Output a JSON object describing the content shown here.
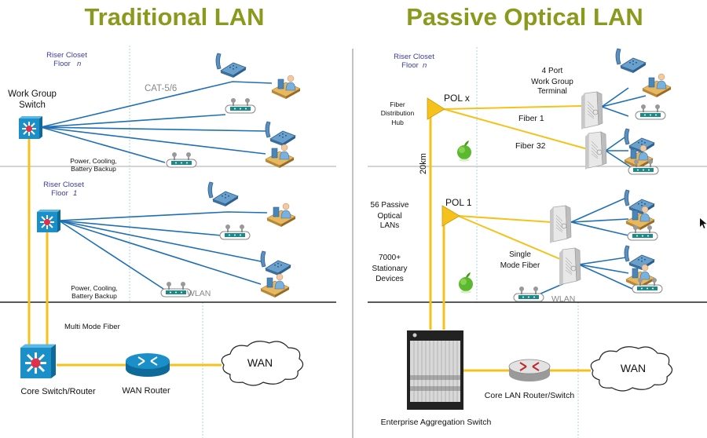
{
  "colors": {
    "title": "#8a9a1c",
    "fiber": "#f5c21b",
    "copper": "#1f6fb4",
    "riser_label": "#3b3b9c",
    "divider": "#999999",
    "floor_line": "#222222",
    "dash_line": "#a8d4e6",
    "device_blue": "#1a8fc8",
    "switch_dot": "#e0304a",
    "green_icon": "#5cb82e"
  },
  "traditional": {
    "title": "Traditional LAN",
    "riser_n": {
      "line1": "Riser Closet",
      "line2": "Floor",
      "floor": "n"
    },
    "riser_1": {
      "line1": "Riser Closet",
      "line2": "Floor",
      "floor": "1"
    },
    "wg_switch": {
      "line1": "Work Group",
      "line2": "Switch"
    },
    "cable_label": "CAT-5/6",
    "power_n": {
      "line1": "Power, Cooling,",
      "line2": "Battery Backup"
    },
    "power_1": {
      "line1": "Power, Cooling,",
      "line2": "Battery Backup"
    },
    "wlan": "WLAN",
    "mmf": "Multi Mode Fiber",
    "core": "Core Switch/Router",
    "wan_router": "WAN Router",
    "wan": "WAN"
  },
  "pol": {
    "title": "Passive Optical LAN",
    "riser_n": {
      "line1": "Riser Closet",
      "line2": "Floor",
      "floor": "n"
    },
    "fdh": {
      "line1": "Fiber",
      "line2": "Distribution",
      "line3": "Hub"
    },
    "pol_x": "POL x",
    "pol_1": "POL 1",
    "wgt": {
      "line1": "4 Port",
      "line2": "Work Group",
      "line3": "Terminal"
    },
    "fiber1": "Fiber 1",
    "fiber32": "Fiber  32",
    "distance": "20km",
    "pols": {
      "line1": "56 Passive",
      "line2": "Optical",
      "line3": "LANs"
    },
    "devices": {
      "line1": "7000+",
      "line2": "Stationary",
      "line3": "Devices"
    },
    "smf": {
      "line1": "Single",
      "line2": "Mode Fiber"
    },
    "wlan": "WLAN",
    "agg": "Enterprise Aggregation Switch",
    "core": "Core LAN Router/Switch",
    "wan": "WAN"
  }
}
